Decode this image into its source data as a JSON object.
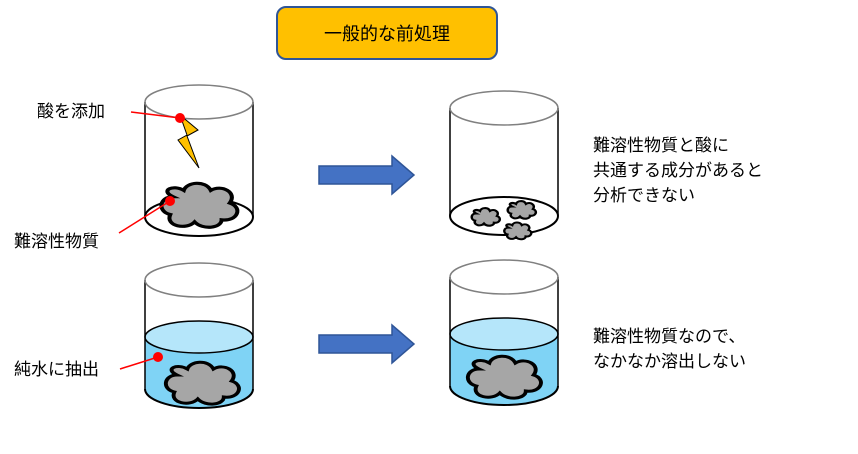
{
  "title": "一般的な前処理",
  "labels": {
    "acid": "酸を添加",
    "insoluble": "難溶性物質",
    "water": "純水に抽出"
  },
  "notes": {
    "acid_result": [
      "難溶性物質と酸に",
      "共通する成分があると",
      "分析できない"
    ],
    "water_result": [
      "難溶性物質なので、",
      "なかなか溶出しない"
    ]
  },
  "colors": {
    "title_fill": "#ffc000",
    "title_border": "#2f5597",
    "arrow": "#4472c4",
    "arrow_border": "#2f5597",
    "water": "#7fd3f5",
    "water_top": "#b5e6fa",
    "solid": "#a6a6a6",
    "lightning": "#ffc000",
    "pointer": "#ff0000"
  }
}
